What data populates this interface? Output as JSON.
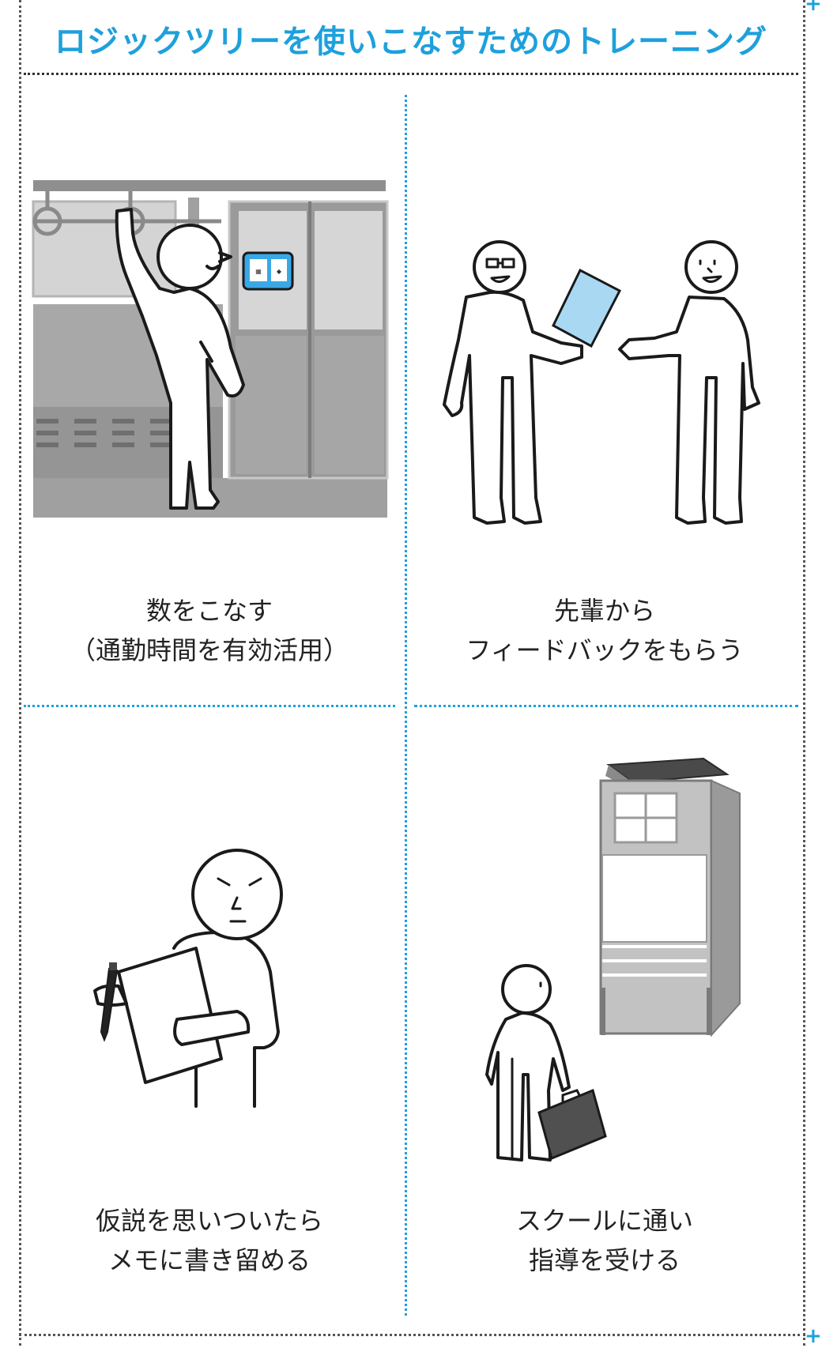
{
  "title": "ロジックツリーを使いこなすためのトレーニング",
  "panels": [
    {
      "line1": "数をこなす",
      "line2": "（通勤時間を有効活用）"
    },
    {
      "line1": "先輩から",
      "line2": "フィードバックをもらう"
    },
    {
      "line1": "仮説を思いついたら",
      "line2": "メモに書き留める"
    },
    {
      "line1": "スクールに通い",
      "line2": "指導を受ける"
    }
  ],
  "colors": {
    "accent": "#1ea0dc",
    "ink": "#222222",
    "gray": "#a6a6a6",
    "light_blue": "#a9d8f3"
  },
  "icons": [
    "commuter-figure",
    "train-interior",
    "senior-figure",
    "junior-figure",
    "document-sheet",
    "memo-pad",
    "pen-icon",
    "student-figure",
    "briefcase-icon",
    "school-building"
  ]
}
